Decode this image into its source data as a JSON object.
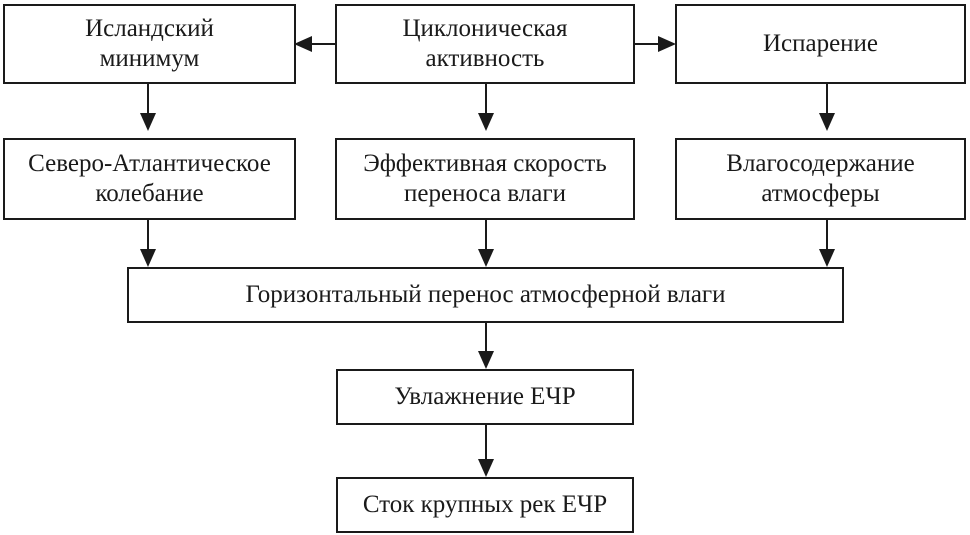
{
  "nodes": [
    {
      "id": "iceland_low",
      "label": "Исландский\nминимум"
    },
    {
      "id": "cyclonic",
      "label": "Циклоническая\nактивность"
    },
    {
      "id": "evaporation",
      "label": "Испарение"
    },
    {
      "id": "nao",
      "label": "Северо-Атлантическое\nколебание"
    },
    {
      "id": "transport_speed",
      "label": "Эффективная скорость\nпереноса влаги"
    },
    {
      "id": "moisture_content",
      "label": "Влагосодержание\nатмосферы"
    },
    {
      "id": "horizontal_transport",
      "label": "Горизонтальный перенос атмосферной влаги"
    },
    {
      "id": "wetting",
      "label": "Увлажнение ЕЧР"
    },
    {
      "id": "runoff",
      "label": "Сток крупных рек ЕЧР"
    }
  ],
  "edges": [
    {
      "from": "cyclonic",
      "to": "iceland_low"
    },
    {
      "from": "cyclonic",
      "to": "evaporation"
    },
    {
      "from": "iceland_low",
      "to": "nao"
    },
    {
      "from": "cyclonic",
      "to": "transport_speed"
    },
    {
      "from": "evaporation",
      "to": "moisture_content"
    },
    {
      "from": "nao",
      "to": "horizontal_transport"
    },
    {
      "from": "transport_speed",
      "to": "horizontal_transport"
    },
    {
      "from": "moisture_content",
      "to": "horizontal_transport"
    },
    {
      "from": "horizontal_transport",
      "to": "wetting"
    },
    {
      "from": "wetting",
      "to": "runoff"
    }
  ]
}
